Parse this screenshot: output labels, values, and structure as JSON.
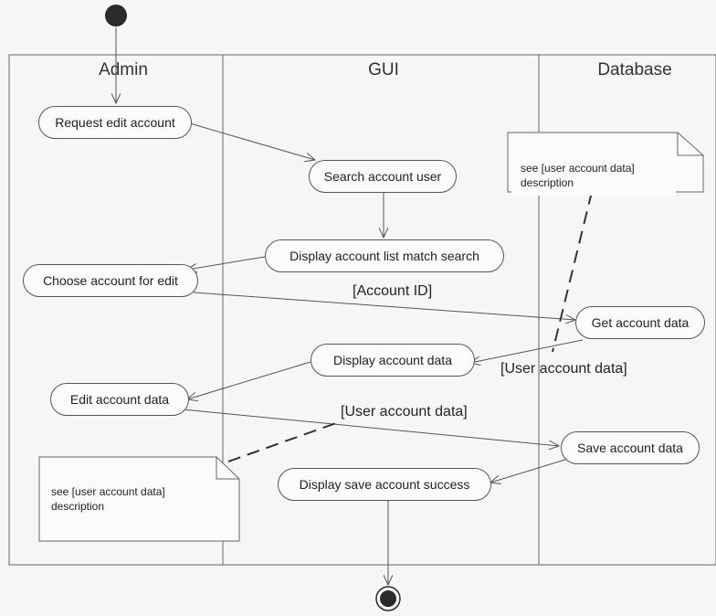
{
  "diagram": {
    "type": "uml-activity-diagram",
    "swimlanes": [
      {
        "id": "admin",
        "label": "Admin"
      },
      {
        "id": "gui",
        "label": "GUI"
      },
      {
        "id": "database",
        "label": "Database"
      }
    ],
    "start_node": "initial-state",
    "end_node": "final-state",
    "activities": [
      {
        "id": "request-edit-account",
        "lane": "admin",
        "label": "Request edit account"
      },
      {
        "id": "search-account-user",
        "lane": "gui",
        "label": "Search account user"
      },
      {
        "id": "display-account-list",
        "lane": "gui",
        "label": "Display account list match search"
      },
      {
        "id": "choose-account",
        "lane": "admin",
        "label": "Choose account for edit"
      },
      {
        "id": "get-account-data",
        "lane": "database",
        "label": "Get account data"
      },
      {
        "id": "display-account-data",
        "lane": "gui",
        "label": "Display account data"
      },
      {
        "id": "edit-account-data",
        "lane": "admin",
        "label": "Edit account data"
      },
      {
        "id": "save-account-data",
        "lane": "database",
        "label": "Save account data"
      },
      {
        "id": "display-save-success",
        "lane": "gui",
        "label": "Display save account success"
      }
    ],
    "guards": [
      {
        "id": "guard-account-id",
        "label": "[Account ID]"
      },
      {
        "id": "guard-user-account-data-1",
        "label": "[User account data]"
      },
      {
        "id": "guard-user-account-data-2",
        "label": "[User account data]"
      }
    ],
    "notes": [
      {
        "id": "note-database",
        "line1": "see [user account data]",
        "line2": "description"
      },
      {
        "id": "note-admin",
        "line1": "see [user account data]",
        "line2": "description"
      }
    ],
    "flows": [
      {
        "from": "initial-state",
        "to": "request-edit-account"
      },
      {
        "from": "request-edit-account",
        "to": "search-account-user"
      },
      {
        "from": "search-account-user",
        "to": "display-account-list"
      },
      {
        "from": "display-account-list",
        "to": "choose-account"
      },
      {
        "from": "choose-account",
        "to": "get-account-data"
      },
      {
        "from": "get-account-data",
        "to": "display-account-data"
      },
      {
        "from": "display-account-data",
        "to": "edit-account-data"
      },
      {
        "from": "edit-account-data",
        "to": "save-account-data"
      },
      {
        "from": "save-account-data",
        "to": "display-save-success"
      },
      {
        "from": "display-save-success",
        "to": "final-state"
      }
    ],
    "colors": {
      "line": "#555555",
      "node_fill": "#fbfbfa",
      "background": "#f6f6f4",
      "dot": "#2a2a2a"
    }
  }
}
